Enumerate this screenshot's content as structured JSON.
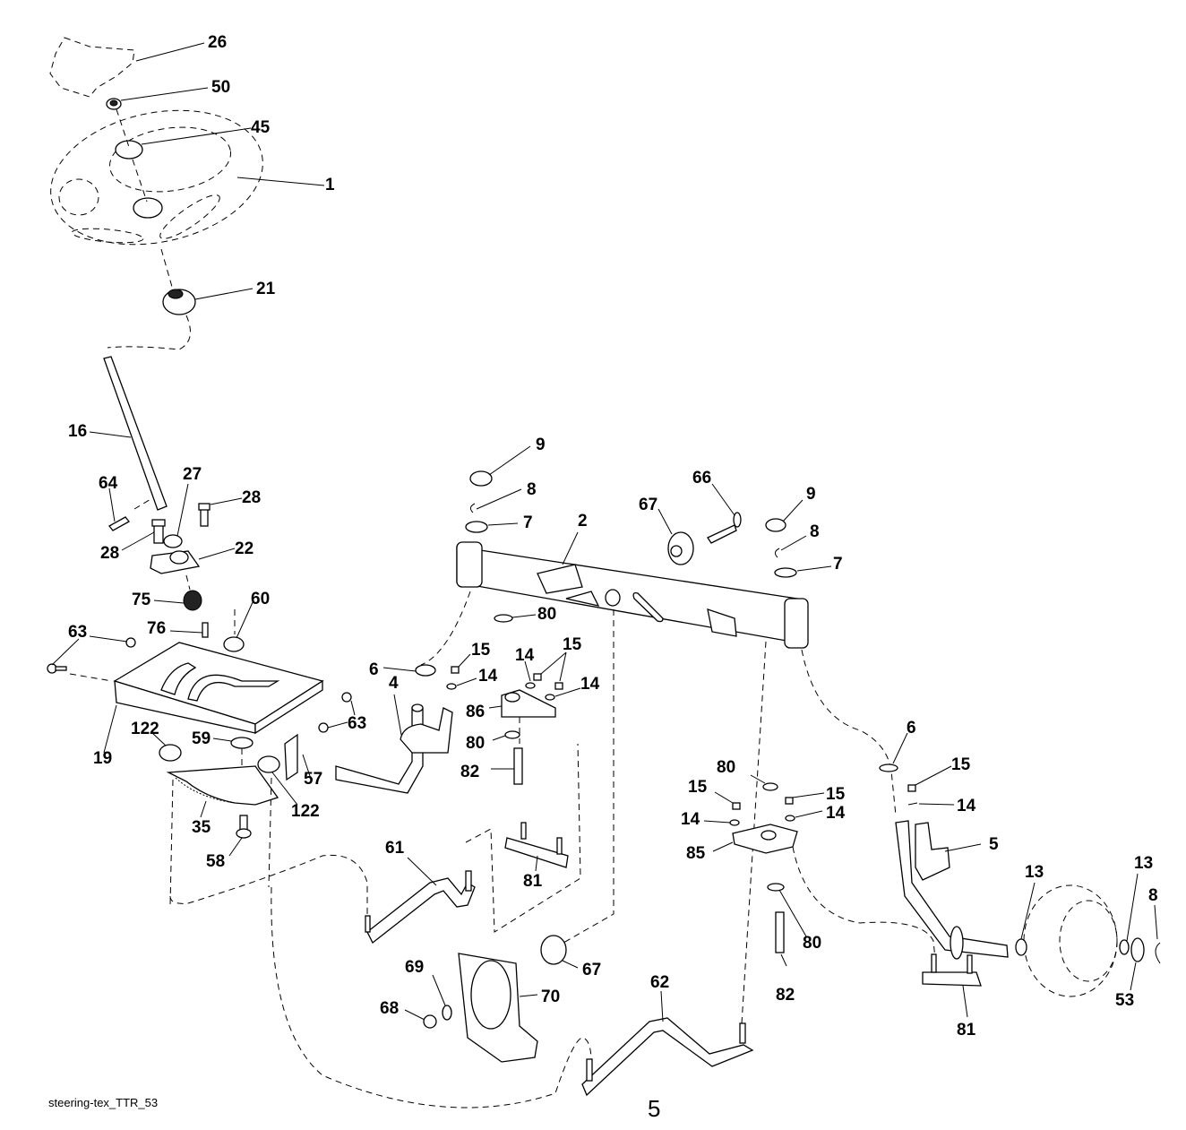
{
  "diagram": {
    "title": "Steering assembly exploded parts diagram",
    "footer_id": "steering-tex_TTR_53",
    "page_number": "5",
    "callouts": [
      {
        "id": "c-26",
        "label": "26",
        "part": "steering-wheel-cap"
      },
      {
        "id": "c-50",
        "label": "50",
        "part": "nut"
      },
      {
        "id": "c-45",
        "label": "45",
        "part": "washer"
      },
      {
        "id": "c-1",
        "label": "1",
        "part": "steering-wheel"
      },
      {
        "id": "c-21",
        "label": "21",
        "part": "adapter"
      },
      {
        "id": "c-16",
        "label": "16",
        "part": "steering-shaft"
      },
      {
        "id": "c-64",
        "label": "64",
        "part": "pin"
      },
      {
        "id": "c-27",
        "label": "27",
        "part": "washer"
      },
      {
        "id": "c-28a",
        "label": "28",
        "part": "bolt"
      },
      {
        "id": "c-28b",
        "label": "28",
        "part": "bolt"
      },
      {
        "id": "c-22",
        "label": "22",
        "part": "bushing-flange"
      },
      {
        "id": "c-75",
        "label": "75",
        "part": "pinion-gear"
      },
      {
        "id": "c-60",
        "label": "60",
        "part": "nut"
      },
      {
        "id": "c-76",
        "label": "76",
        "part": "bolt"
      },
      {
        "id": "c-63a",
        "label": "63",
        "part": "bolt"
      },
      {
        "id": "c-63b",
        "label": "63",
        "part": "bolt"
      },
      {
        "id": "c-19",
        "label": "19",
        "part": "support-plate"
      },
      {
        "id": "c-122a",
        "label": "122",
        "part": "nut"
      },
      {
        "id": "c-59",
        "label": "59",
        "part": "washer"
      },
      {
        "id": "c-57",
        "label": "57",
        "part": "bracket"
      },
      {
        "id": "c-122b",
        "label": "122",
        "part": "nut"
      },
      {
        "id": "c-35",
        "label": "35",
        "part": "sector-gear"
      },
      {
        "id": "c-58",
        "label": "58",
        "part": "bolt"
      },
      {
        "id": "c-9a",
        "label": "9",
        "part": "cap"
      },
      {
        "id": "c-8a",
        "label": "8",
        "part": "retaining-ring"
      },
      {
        "id": "c-7a",
        "label": "7",
        "part": "washer"
      },
      {
        "id": "c-2",
        "label": "2",
        "part": "front-axle"
      },
      {
        "id": "c-66",
        "label": "66",
        "part": "bolt"
      },
      {
        "id": "c-67a",
        "label": "67",
        "part": "bushing"
      },
      {
        "id": "c-9b",
        "label": "9",
        "part": "cap"
      },
      {
        "id": "c-8b",
        "label": "8",
        "part": "retaining-ring"
      },
      {
        "id": "c-7b",
        "label": "7",
        "part": "washer"
      },
      {
        "id": "c-80a",
        "label": "80",
        "part": "washer"
      },
      {
        "id": "c-6a",
        "label": "6",
        "part": "washer"
      },
      {
        "id": "c-15a",
        "label": "15",
        "part": "nut"
      },
      {
        "id": "c-14a",
        "label": "14",
        "part": "lock-washer"
      },
      {
        "id": "c-14b",
        "label": "14",
        "part": "lock-washer"
      },
      {
        "id": "c-15b",
        "label": "15",
        "part": "nut"
      },
      {
        "id": "c-14c",
        "label": "14",
        "part": "lock-washer"
      },
      {
        "id": "c-4",
        "label": "4",
        "part": "spindle-left"
      },
      {
        "id": "c-86",
        "label": "86",
        "part": "steering-arm-left"
      },
      {
        "id": "c-80b",
        "label": "80",
        "part": "washer"
      },
      {
        "id": "c-82a",
        "label": "82",
        "part": "shoulder-bolt"
      },
      {
        "id": "c-81a",
        "label": "81",
        "part": "tie-rod"
      },
      {
        "id": "c-61",
        "label": "61",
        "part": "drag-link"
      },
      {
        "id": "c-6b",
        "label": "6",
        "part": "washer"
      },
      {
        "id": "c-15c",
        "label": "15",
        "part": "nut"
      },
      {
        "id": "c-14d",
        "label": "14",
        "part": "lock-washer"
      },
      {
        "id": "c-80c",
        "label": "80",
        "part": "washer"
      },
      {
        "id": "c-15d",
        "label": "15",
        "part": "nut"
      },
      {
        "id": "c-15e",
        "label": "15",
        "part": "nut"
      },
      {
        "id": "c-14e",
        "label": "14",
        "part": "lock-washer"
      },
      {
        "id": "c-14f",
        "label": "14",
        "part": "lock-washer"
      },
      {
        "id": "c-85",
        "label": "85",
        "part": "steering-arm-right"
      },
      {
        "id": "c-5a",
        "label": "5",
        "part": "spindle-right"
      },
      {
        "id": "c-13a",
        "label": "13",
        "part": "washer"
      },
      {
        "id": "c-13b",
        "label": "13",
        "part": "washer"
      },
      {
        "id": "c-8c",
        "label": "8",
        "part": "retaining-ring"
      },
      {
        "id": "c-80d",
        "label": "80",
        "part": "washer"
      },
      {
        "id": "c-82b",
        "label": "82",
        "part": "shoulder-bolt"
      },
      {
        "id": "c-81b",
        "label": "81",
        "part": "tie-rod"
      },
      {
        "id": "c-53",
        "label": "53",
        "part": "washer"
      },
      {
        "id": "c-67b",
        "label": "67",
        "part": "bushing"
      },
      {
        "id": "c-69",
        "label": "69",
        "part": "washer"
      },
      {
        "id": "c-70",
        "label": "70",
        "part": "bracket"
      },
      {
        "id": "c-68",
        "label": "68",
        "part": "nut"
      },
      {
        "id": "c-62",
        "label": "62",
        "part": "drag-link"
      }
    ]
  }
}
